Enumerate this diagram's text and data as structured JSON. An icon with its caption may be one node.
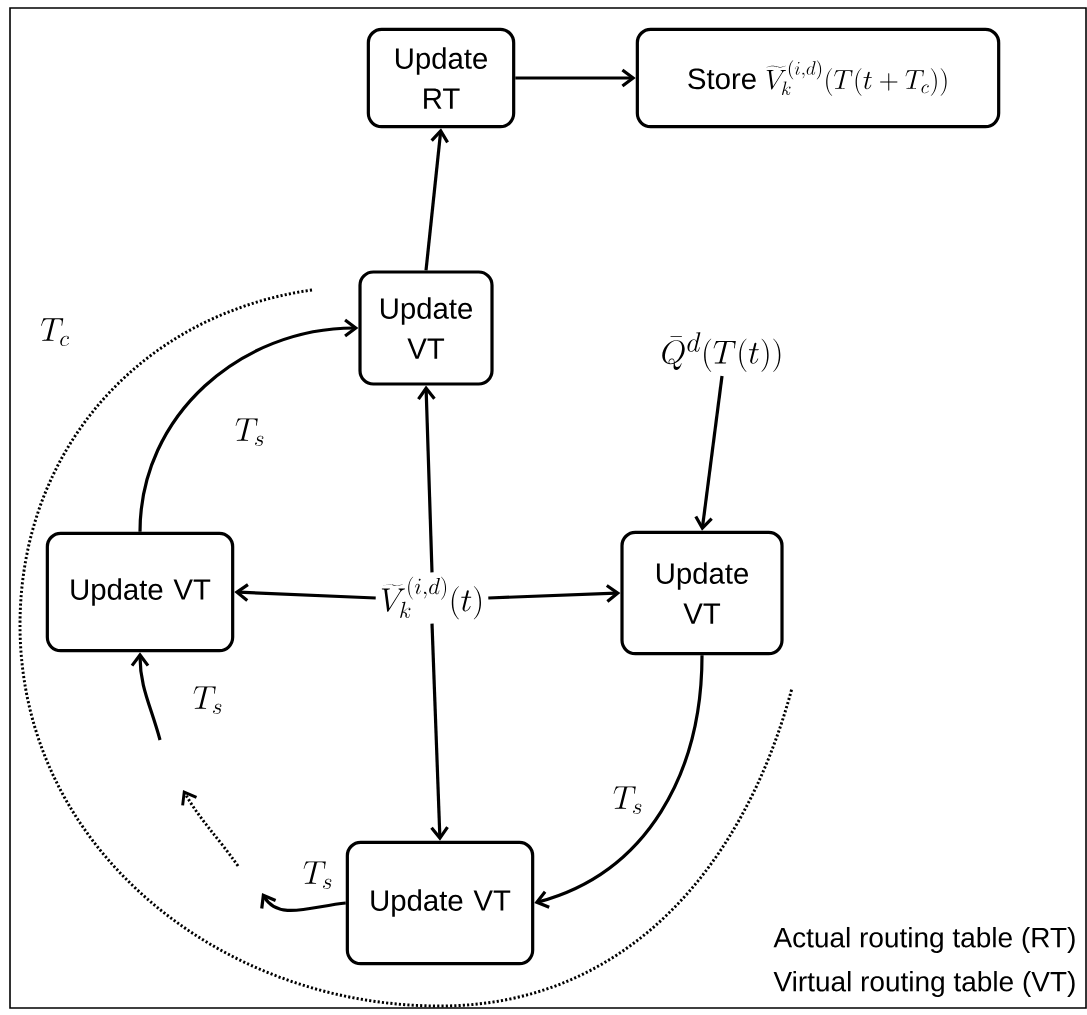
{
  "diagram": {
    "nodes": [
      {
        "text": [
          "Update RT"
        ]
      },
      {
        "text": [
          "Store",
          "\\widetilde{V}_k^{(i,d)}(T(t+T_c))"
        ]
      },
      {
        "text": [
          "Update VT"
        ]
      },
      {
        "text": [
          "\\bar{Q}^d(T(t))"
        ]
      },
      {
        "text": [
          "Update VT"
        ]
      },
      {
        "text": [
          "\\widetilde{V}_k^{(i,d)}(t)"
        ]
      },
      {
        "text": [
          "Update VT"
        ]
      },
      {
        "text": [
          "Update VT"
        ]
      }
    ],
    "edges": [
      {
        "from": 0,
        "to": 1,
        "arrow": "to"
      },
      {
        "from": 2,
        "to": 0,
        "arrow": "to"
      },
      {
        "from": 5,
        "to": 2,
        "arrow": "to"
      },
      {
        "from": 5,
        "to": 4,
        "arrow": "to"
      },
      {
        "from": 5,
        "to": 6,
        "arrow": "to"
      },
      {
        "from": 5,
        "to": 7,
        "arrow": "to"
      },
      {
        "from": 3,
        "to": 6,
        "arrow": "to"
      },
      {
        "from": 6,
        "to": 7,
        "arrow": "to",
        "label": "T_s"
      },
      {
        "from": 4,
        "to": 2,
        "arrow": "to",
        "label": "T_s"
      },
      {
        "from": 7,
        "to": null,
        "arrow": "to",
        "label": "T_s"
      },
      {
        "from": null,
        "to": 4,
        "arrow": "to",
        "label": "T_s"
      }
    ],
    "labels": [
      "T_c",
      "Actual routing table (RT)",
      "Virtual routing table (VT)"
    ]
  }
}
